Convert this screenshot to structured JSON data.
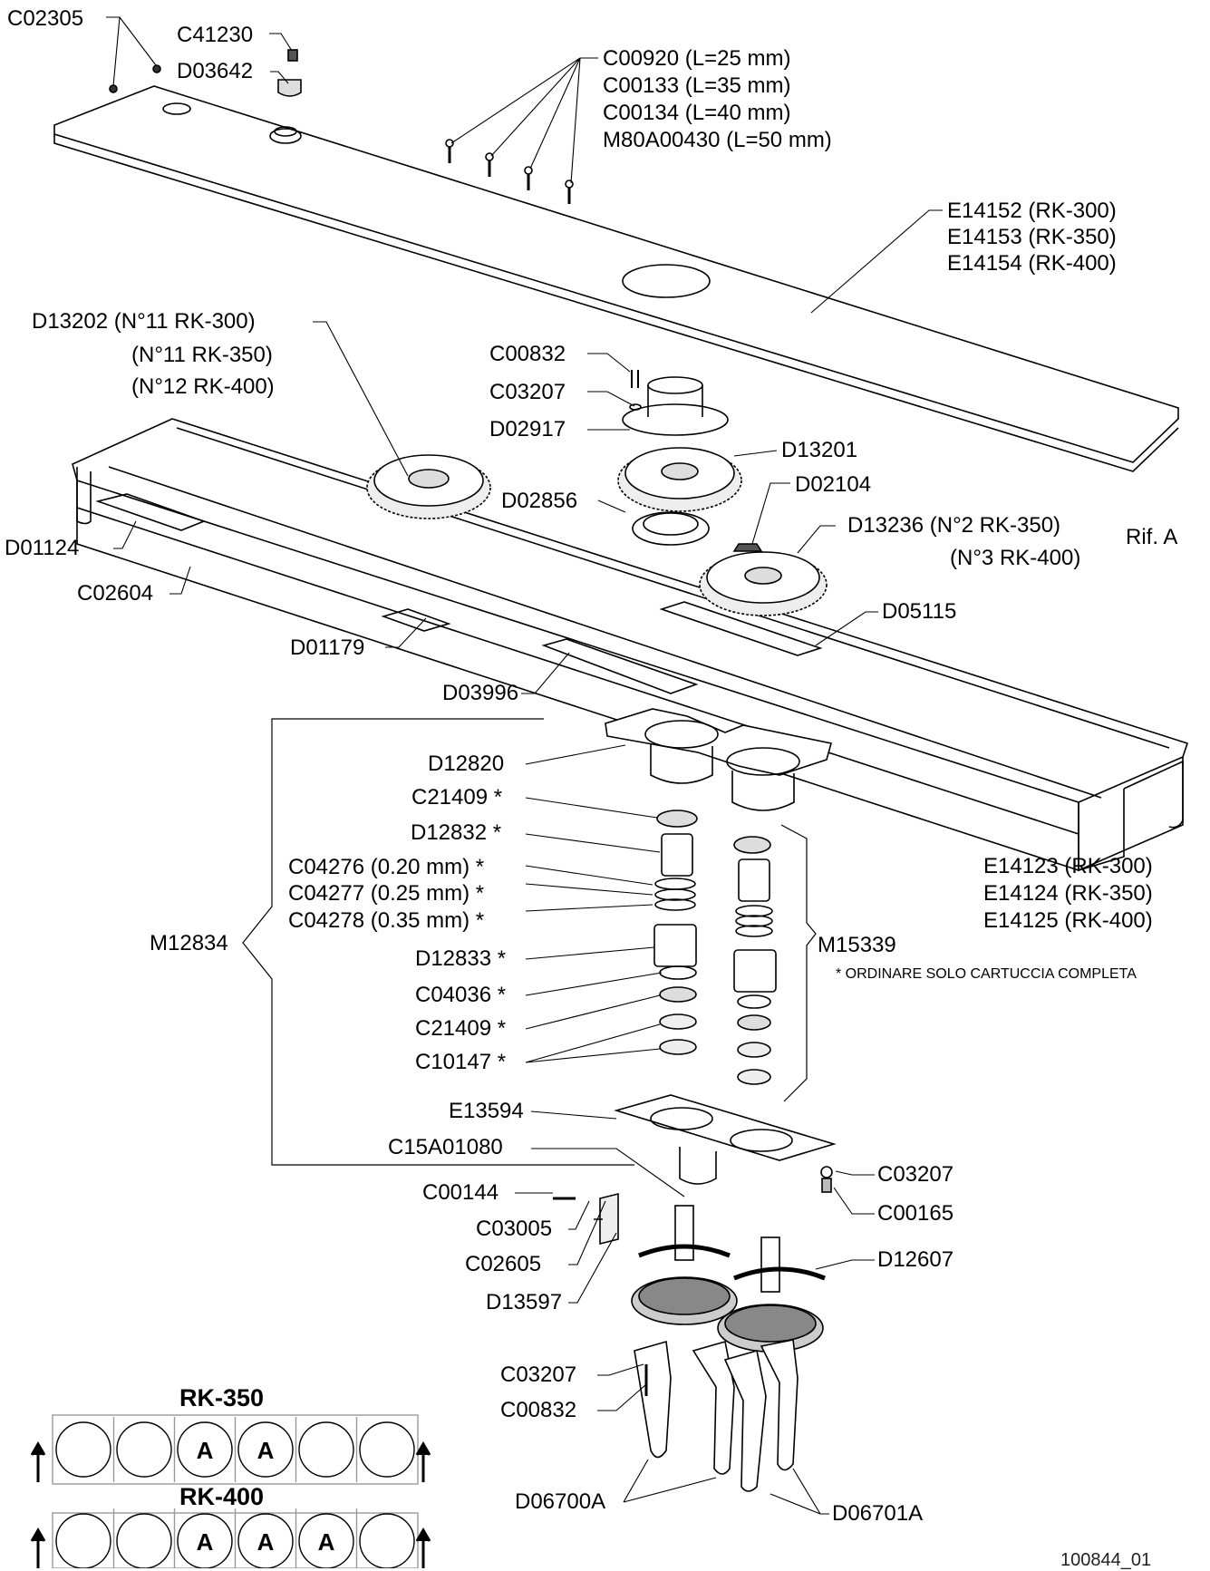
{
  "labels": {
    "c02305": "C02305",
    "c41230": "C41230",
    "d03642": "D03642",
    "c00920": "C00920 (L=25 mm)",
    "c00133": "C00133 (L=35 mm)",
    "c00134": "C00134 (L=40 mm)",
    "m80a00430": "M80A00430 (L=50 mm)",
    "e14152": "E14152 (RK-300)",
    "e14153": "E14153 (RK-350)",
    "e14154": "E14154 (RK-400)",
    "d13202": "D13202 (N°11 RK-300)",
    "d13202_b": "(N°11 RK-350)",
    "d13202_c": "(N°12 RK-400)",
    "c00832_top": "C00832",
    "c03207_top": "C03207",
    "d02917": "D02917",
    "d13201": "D13201",
    "d02104": "D02104",
    "d02856": "D02856",
    "d13236": "D13236 (N°2 RK-350)",
    "d13236_b": "(N°3 RK-400)",
    "rif_a": "Rif. A",
    "d01124": "D01124",
    "c02604": "C02604",
    "d05115": "D05115",
    "d01179": "D01179",
    "d03996": "D03996",
    "d12820": "D12820",
    "c21409_a": "C21409 *",
    "d12832": "D12832 *",
    "c04276": "C04276 (0.20 mm) *",
    "c04277": "C04277 (0.25 mm) *",
    "c04278": "C04278 (0.35 mm) *",
    "d12833": "D12833 *",
    "c04036": "C04036 *",
    "c21409_b": "C21409 *",
    "c10147": "C10147 *",
    "m12834": "M12834",
    "e14123": "E14123 (RK-300)",
    "e14124": "E14124 (RK-350)",
    "e14125": "E14125 (RK-400)",
    "m15339": "M15339",
    "ordinare": "* ORDINARE SOLO CARTUCCIA COMPLETA",
    "e13594": "E13594",
    "c15a01080": "C15A01080",
    "c03207_mid": "C03207",
    "c00165": "C00165",
    "c00144": "C00144",
    "c03005": "C03005",
    "c02605": "C02605",
    "d12607": "D12607",
    "d13597": "D13597",
    "c03207_bot": "C03207",
    "c00832_bot": "C00832",
    "d06700a": "D06700A",
    "d06701a": "D06701A",
    "drawing_no": "100844_01"
  },
  "layouts": [
    {
      "model": "RK-350",
      "cells": [
        "",
        "",
        "A",
        "A",
        "",
        ""
      ]
    },
    {
      "model": "RK-400",
      "cells": [
        "",
        "",
        "A",
        "A",
        "A",
        ""
      ]
    }
  ]
}
